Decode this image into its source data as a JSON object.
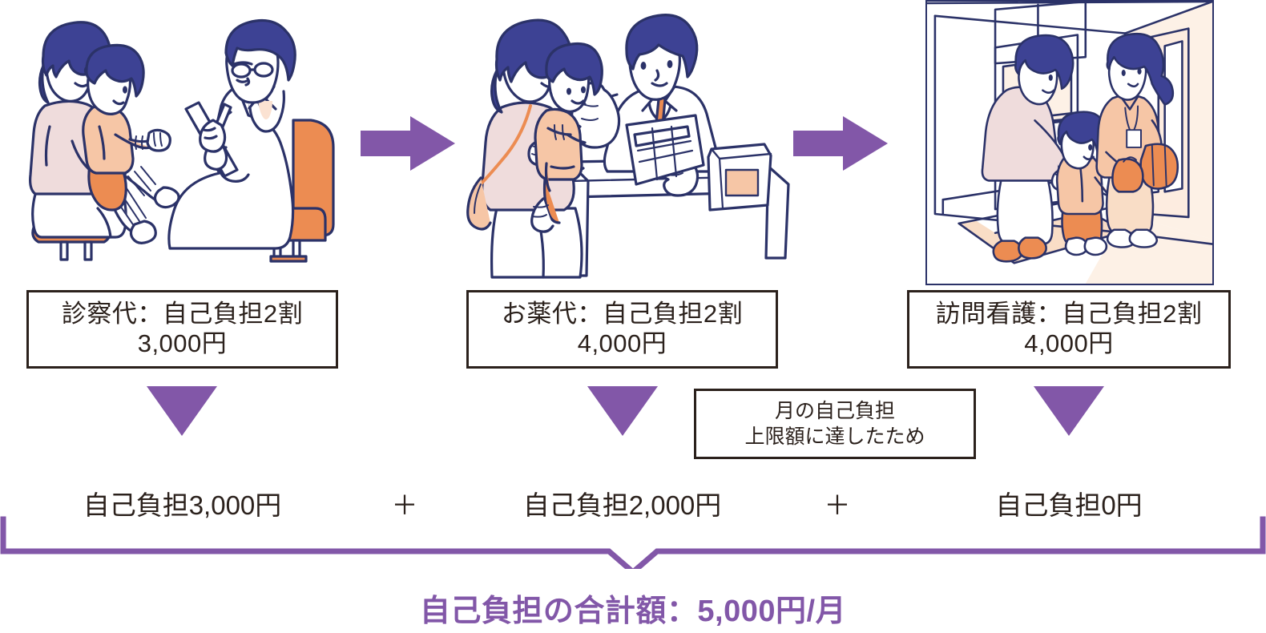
{
  "steps": [
    {
      "illustration": "clinic-consultation-illustration",
      "label_line1": "診察代：自己負担2割",
      "label_line2": "3,000円",
      "sum_text": "自己負担3,000円"
    },
    {
      "illustration": "pharmacy-counter-illustration",
      "label_line1": "お薬代：自己負担2割",
      "label_line2": "4,000円",
      "sum_text": "自己負担2,000円"
    },
    {
      "illustration": "home-visit-nursing-illustration",
      "label_line1": "訪問看護：自己負担2割",
      "label_line2": "4,000円",
      "sum_text": "自己負担0円"
    }
  ],
  "plus_signs": [
    "＋",
    "＋"
  ],
  "note": {
    "line1": "月の自己負担",
    "line2": "上限額に達したため"
  },
  "total": {
    "text": "自己負担の合計額：5,000円/月"
  },
  "colors": {
    "purple": "#8257a8",
    "ink": "#2b211c",
    "navy": "#2b3268",
    "orange": "#e8854a",
    "peach": "#f6d4bd",
    "pink": "#f0dcdc",
    "cream": "#fdf0e4",
    "white": "#ffffff"
  }
}
